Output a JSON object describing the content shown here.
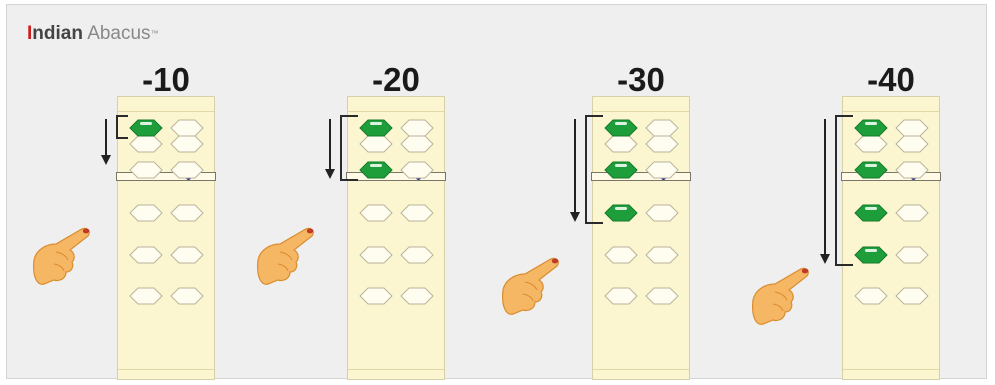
{
  "brand": {
    "first": "Indian",
    "second": "Abacus",
    "tm": "™"
  },
  "colors": {
    "panel": "#efefef",
    "frame": "#fbf6cf",
    "active_bead": "#1e9e3a",
    "inactive_bead": "#fffdf0",
    "first_letter": "#cc1f1f",
    "unit_dot": "#1e2a8c"
  },
  "problems": [
    {
      "label": "-10",
      "column": "tens",
      "beads_moved": 1,
      "direction": "down"
    },
    {
      "label": "-20",
      "column": "tens",
      "beads_moved": 2,
      "direction": "down"
    },
    {
      "label": "-30",
      "column": "tens",
      "beads_moved": 3,
      "direction": "down"
    },
    {
      "label": "-40",
      "column": "tens",
      "beads_moved": 4,
      "direction": "down"
    }
  ],
  "icons": {
    "hand": "pointing-hand-icon",
    "arrow": "down-arrow-icon",
    "bead": "hexagon-bead-icon"
  }
}
